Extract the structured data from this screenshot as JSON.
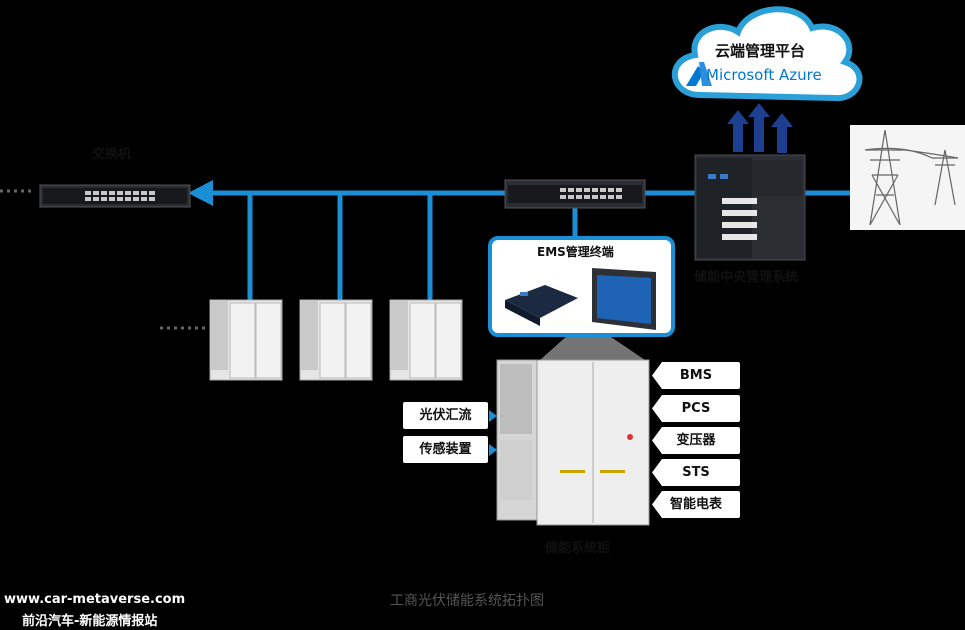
{
  "cloud": {
    "title": "云端管理平台",
    "brand": "Microsoft Azure"
  },
  "switch_left": {
    "label": "交换机"
  },
  "central_system": {
    "label": "储能中央管理系统"
  },
  "ems": {
    "title": "EMS管理终端"
  },
  "cabinet": {
    "label": "储能系统柜"
  },
  "left_tags": [
    "光伏汇流",
    "传感装置"
  ],
  "right_tags": [
    "BMS",
    "PCS",
    "变压器",
    "STS",
    "智能电表"
  ],
  "caption": "工商光伏储能系统拓扑图",
  "watermark": {
    "url": "www.car-metaverse.com",
    "subtitle": "前沿汽车-新能源情报站"
  },
  "colors": {
    "line_blue": "#1a8fd6",
    "arrow_navy": "#1d3f8f",
    "cloud_border": "#2a9fd8",
    "azure_blue": "#0078d4",
    "background": "#000000"
  }
}
